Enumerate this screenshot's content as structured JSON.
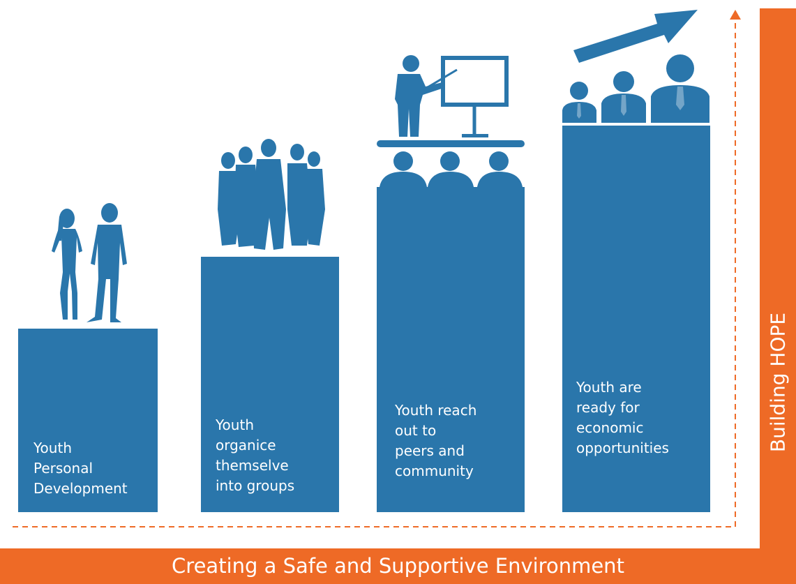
{
  "colors": {
    "bar": "#2a76ab",
    "accent": "#ee6a26",
    "text_on_color": "#ffffff"
  },
  "steps": [
    {
      "lines": [
        "Youth",
        "Personal",
        "Development"
      ],
      "icon": "two-youths-icon"
    },
    {
      "lines": [
        "Youth",
        "organice",
        "themselve",
        "into groups"
      ],
      "icon": "group-of-people-icon"
    },
    {
      "lines": [
        "Youth reach",
        "out to",
        "peers and",
        "community"
      ],
      "icon": "presenter-audience-icon"
    },
    {
      "lines": [
        "Youth are",
        "ready for",
        "economic",
        "opportunities"
      ],
      "icon": "business-people-icon"
    }
  ],
  "bottom_label": "Creating a Safe and Supportive Environment",
  "side_label": "Building HOPE",
  "growth_arrow_icon": "rising-arrow-icon"
}
